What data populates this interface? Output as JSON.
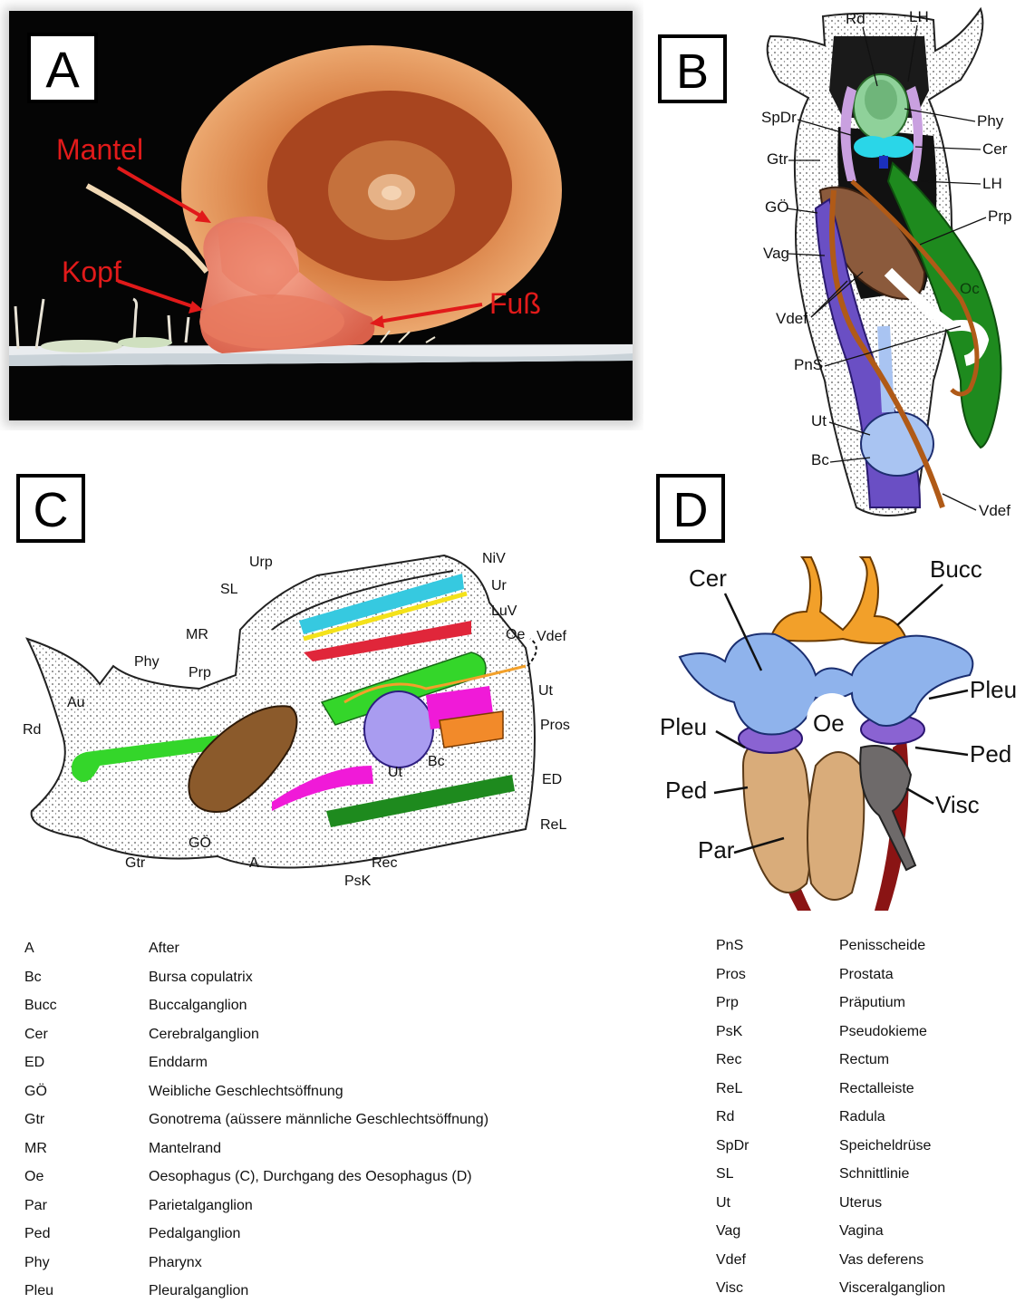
{
  "panels": {
    "a": {
      "letter": "A",
      "labels": {
        "mantel": "Mantel",
        "kopf": "Kopf",
        "fuss": "Fuß"
      },
      "label_color": "#e11a1a"
    },
    "b": {
      "letter": "B",
      "labels": {
        "rd": "Rd",
        "lh_top": "LH",
        "spdr": "SpDr",
        "phy": "Phy",
        "cer": "Cer",
        "gtr": "Gtr",
        "lh": "LH",
        "go": "GÖ",
        "prp": "Prp",
        "vag": "Vag",
        "oc": "Oc",
        "vdef": "Vdef",
        "pns": "PnS",
        "ut": "Ut",
        "bc": "Bc",
        "vdef_bottom": "Vdef"
      }
    },
    "c": {
      "letter": "C",
      "labels": {
        "urp": "Urp",
        "sl": "SL",
        "niv": "NiV",
        "ur": "Ur",
        "luv": "LuV",
        "mr": "MR",
        "oe": "Oe",
        "vdef": "Vdef",
        "phy": "Phy",
        "prp": "Prp",
        "ut_right": "Ut",
        "au": "Au",
        "pros": "Pros",
        "rd": "Rd",
        "bc": "Bc",
        "ut": "Ut",
        "ed": "ED",
        "rel": "ReL",
        "go": "GÖ",
        "rec": "Rec",
        "gtr": "Gtr",
        "a": "A",
        "psk": "PsK"
      }
    },
    "d": {
      "letter": "D",
      "labels": {
        "cer": "Cer",
        "bucc": "Bucc",
        "pleu_right": "Pleu",
        "oe": "Oe",
        "pleu_left": "Pleu",
        "ped_right": "Ped",
        "ped_left": "Ped",
        "visc": "Visc",
        "par": "Par"
      }
    }
  },
  "colors": {
    "label_red": "#e11a1a",
    "ganglion_blue": "#8fb3ec",
    "buccal_orange": "#f2a02a",
    "pleural_purple": "#8a63d2",
    "pedal_tan": "#d9ac7a",
    "visceral_gray": "#6e6a6a",
    "vessel_red": "#8a1414",
    "oc_green": "#1e8a1e",
    "phy_green": "#34d62a",
    "ut_purple": "#6a4fc4",
    "bc_blue": "#a9c4f2",
    "vdef_brown": "#b05a17",
    "magenta": "#f01ad8",
    "cyan": "#36c9e0",
    "prp_brown": "#8b5a2b",
    "yellow": "#f4e21a"
  },
  "legend": {
    "left": [
      {
        "abbr": "A",
        "desc": "After"
      },
      {
        "abbr": "Bc",
        "desc": "Bursa copulatrix"
      },
      {
        "abbr": "Bucc",
        "desc": "Buccalganglion"
      },
      {
        "abbr": "Cer",
        "desc": "Cerebralganglion"
      },
      {
        "abbr": "ED",
        "desc": "Enddarm"
      },
      {
        "abbr": "GÖ",
        "desc": "Weibliche Geschlechtsöffnung"
      },
      {
        "abbr": "Gtr",
        "desc": "Gonotrema (aüssere männliche Geschlechtsöffnung)"
      },
      {
        "abbr": "MR",
        "desc": "Mantelrand"
      },
      {
        "abbr": "Oe",
        "desc": "Oesophagus (C), Durchgang des Oesophagus (D)"
      },
      {
        "abbr": "Par",
        "desc": "Parietalganglion"
      },
      {
        "abbr": "Ped",
        "desc": "Pedalganglion"
      },
      {
        "abbr": "Phy",
        "desc": "Pharynx"
      },
      {
        "abbr": "Pleu",
        "desc": "Pleuralganglion"
      }
    ],
    "right": [
      {
        "abbr": "PnS",
        "desc": "Penisscheide"
      },
      {
        "abbr": "Pros",
        "desc": "Prostata"
      },
      {
        "abbr": "Prp",
        "desc": "Präputium"
      },
      {
        "abbr": "PsK",
        "desc": "Pseudokieme"
      },
      {
        "abbr": "Rec",
        "desc": "Rectum"
      },
      {
        "abbr": "ReL",
        "desc": "Rectalleiste"
      },
      {
        "abbr": "Rd",
        "desc": "Radula"
      },
      {
        "abbr": "SpDr",
        "desc": "Speicheldrüse"
      },
      {
        "abbr": "SL",
        "desc": "Schnittlinie"
      },
      {
        "abbr": "Ut",
        "desc": "Uterus"
      },
      {
        "abbr": "Vag",
        "desc": "Vagina"
      },
      {
        "abbr": "Vdef",
        "desc": "Vas deferens"
      },
      {
        "abbr": "Visc",
        "desc": "Visceralganglion"
      }
    ]
  }
}
